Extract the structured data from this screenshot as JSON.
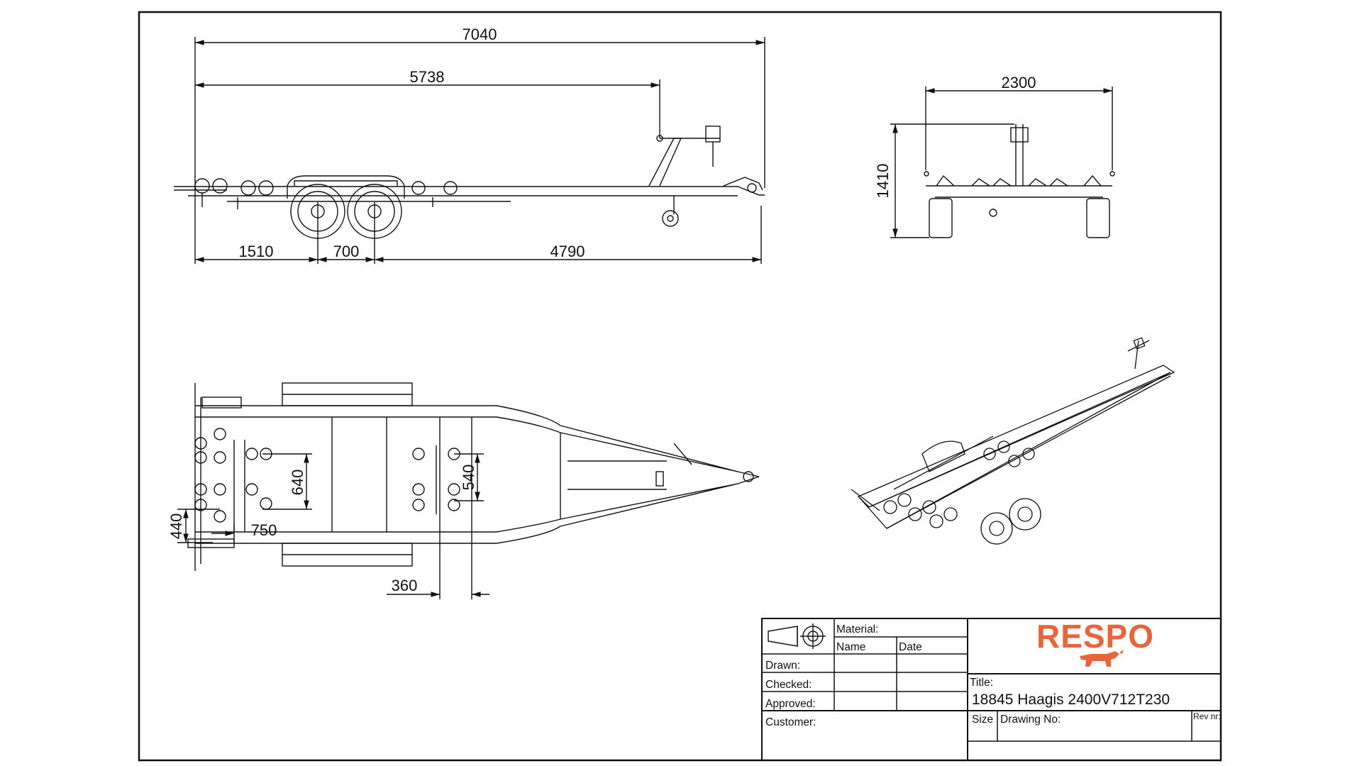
{
  "dimensions": {
    "side_overall_length": "7040",
    "side_to_winch_post": "5738",
    "side_rear_to_axle": "1510",
    "side_axle_spacing": "700",
    "side_axle_to_coupling": "4790",
    "front_width": "2300",
    "front_height": "1410",
    "top_rear_roller_spacing": "640",
    "top_mid_roller_spacing": "540",
    "top_rear_roller_offset": "440",
    "top_rear_roller_depth": "750",
    "top_frame_width": "360"
  },
  "title_block": {
    "material_label": "Material:",
    "name_header": "Name",
    "date_header": "Date",
    "drawn_label": "Drawn:",
    "checked_label": "Checked:",
    "approved_label": "Approved:",
    "customer_label": "Customer:",
    "title_label": "Title:",
    "title_value": "18845 Haagis 2400V712T230",
    "size_label": "Size",
    "drawing_no_label": "Drawing No:",
    "rev_label": "Rev nr:",
    "logo_text": "RESPO"
  },
  "colors": {
    "logo": "#e8643a",
    "line": "#111111"
  },
  "icons": {
    "projection": "third-angle-projection-icon",
    "logo_mark": "bull-icon"
  }
}
